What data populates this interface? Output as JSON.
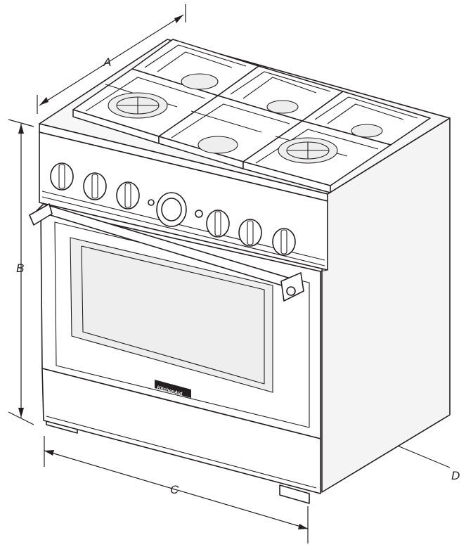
{
  "diagram": {
    "dimension_labels": {
      "a": "A",
      "b": "B",
      "c": "C",
      "d": "D"
    },
    "brand_badge": "KitchenAid",
    "colors": {
      "line": "#231f20",
      "background": "#ffffff"
    }
  }
}
